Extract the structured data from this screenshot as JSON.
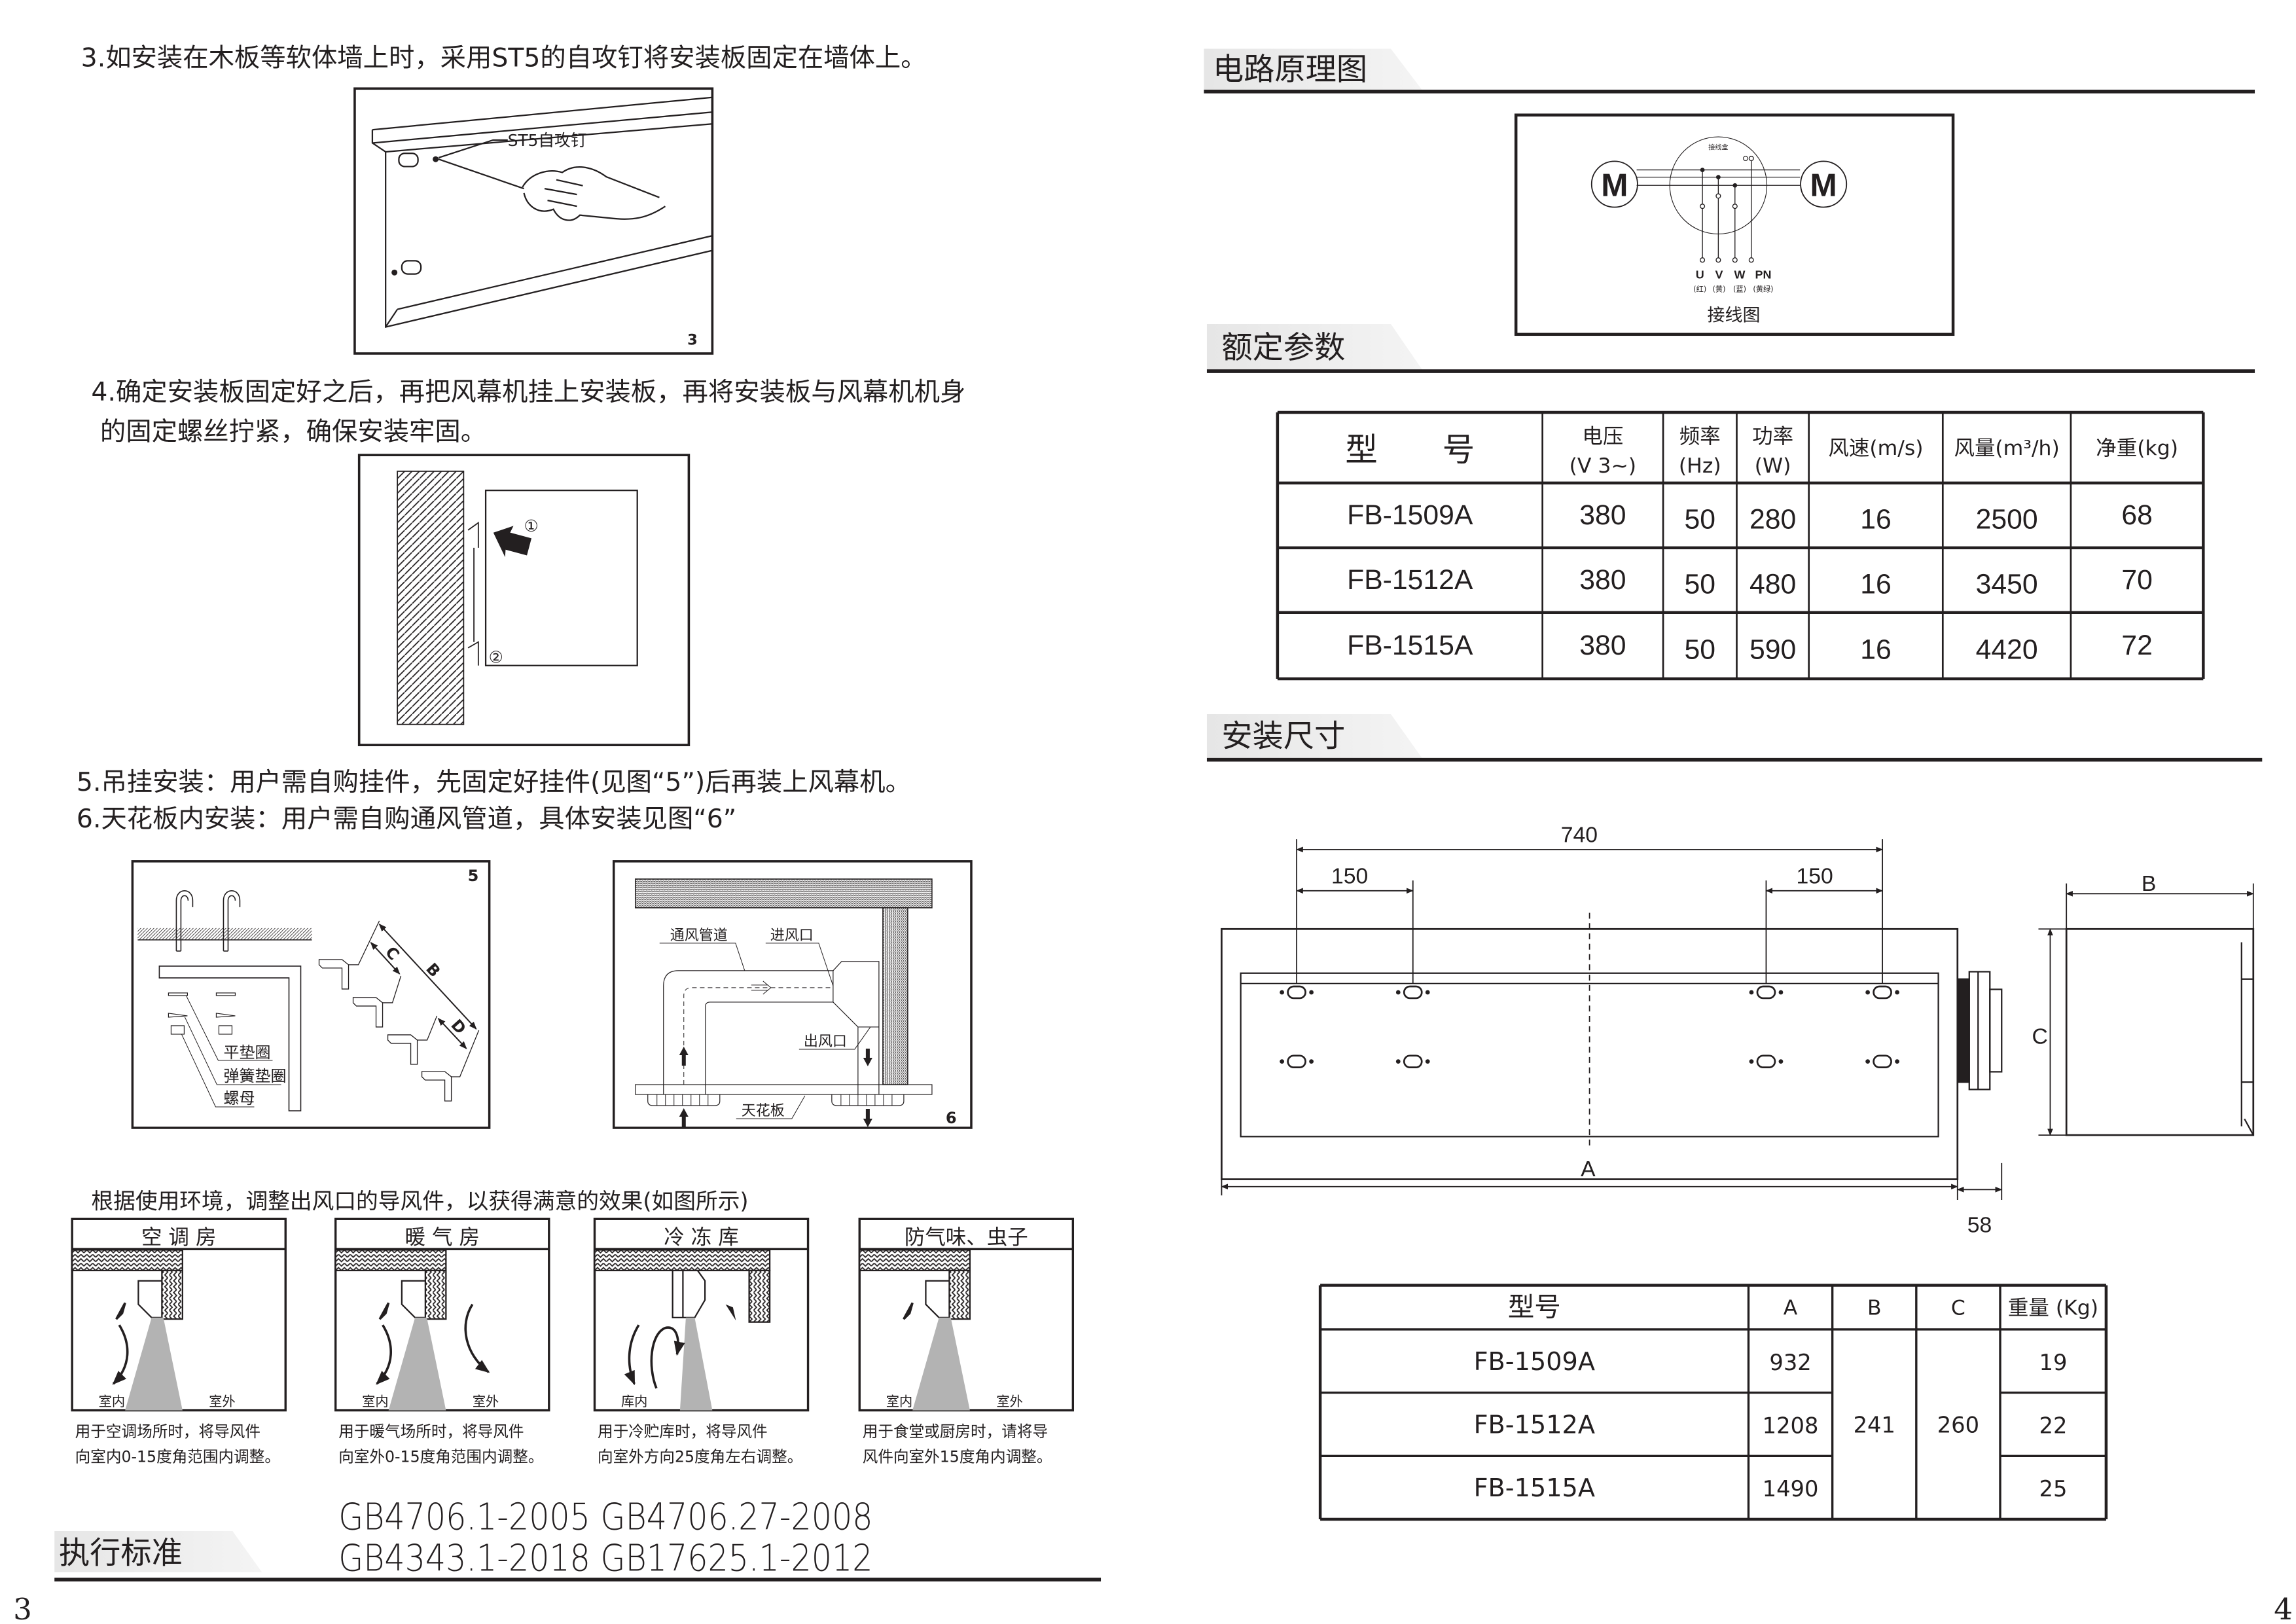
{
  "left_page": {
    "step3": "3.如安装在木板等软体墙上时，采用ST5的自攻钉将安装板固定在墙体上。",
    "step4_line1": "4.确定安装板固定好之后，再把风幕机挂上安装板，再将安装板与风幕机机身",
    "step4_line2": "的固定螺丝拧紧，确保安装牢固。",
    "step5": "5.吊挂安装：用户需自购挂件，先固定好挂件(见图“5”)后再装上风幕机。",
    "step6": "6.天花板内安装：用户需自购通风管道，具体安装见图“6”",
    "fig3": {
      "screw_label": "ST5自攻钉",
      "number": "3"
    },
    "fig4": {
      "marker1": "①",
      "marker2": "②"
    },
    "fig5": {
      "number": "5",
      "washer_flat": "平垫圈",
      "washer_spring": "弹簧垫圈",
      "nut": "螺母",
      "dim_b": "B",
      "dim_c": "C",
      "dim_d": "D"
    },
    "fig6": {
      "number": "6",
      "duct": "通风管道",
      "inlet": "进风口",
      "outlet": "出风口",
      "ceiling": "天花板"
    },
    "adjust_intro": "根据使用环境，调整出风口的导风件，以获得满意的效果(如图所示)",
    "scenarios": [
      {
        "title": "空 调 房",
        "inside": "室内",
        "outside": "室外",
        "caption": [
          "用于空调场所时，将导风件",
          "向室内0-15度角范围内调整。"
        ]
      },
      {
        "title": "暖 气 房",
        "inside": "室内",
        "outside": "室外",
        "caption": [
          "用于暖气场所时，将导风件",
          "向室外0-15度角范围内调整。"
        ]
      },
      {
        "title": "冷 冻 库",
        "inside": "库内",
        "caption": [
          "用于冷贮库时，将导风件",
          "向室外方向25度角左右调整。"
        ]
      },
      {
        "title": "防气味、虫子",
        "inside": "室内",
        "outside": "室外",
        "caption": [
          "用于食堂或厨房时，请将导",
          "风件向室外15度角内调整。"
        ]
      }
    ],
    "standard": {
      "title": "执行标准",
      "line1": "GB4706.1-2005  GB4706.27-2008",
      "line2": "GB4343.1-2018  GB17625.1-2012"
    },
    "page_number": "3"
  },
  "right_page": {
    "circuit": {
      "title": "电路原理图",
      "motor_left": "M",
      "motor_right": "M",
      "junction_box": "接线盒",
      "terminals": [
        "U",
        "V",
        "W",
        "PN"
      ],
      "wire_colors": [
        "(红)",
        "(黄)",
        "(蓝)",
        "(黄绿)"
      ],
      "caption": "接线图"
    },
    "spec_table": {
      "title": "额定参数",
      "headers": [
        [
          "型　　号"
        ],
        [
          "电压",
          "(V 3~)"
        ],
        [
          "频率",
          "(Hz)"
        ],
        [
          "功率",
          "(W)"
        ],
        [
          "风速(m/s)"
        ],
        [
          "风量(m³/h)"
        ],
        [
          "净重(kg)"
        ]
      ],
      "rows": [
        [
          "FB-1509A",
          "380",
          "50",
          "280",
          "16",
          "2500",
          "68"
        ],
        [
          "FB-1512A",
          "380",
          "50",
          "480",
          "16",
          "3450",
          "70"
        ],
        [
          "FB-1515A",
          "380",
          "50",
          "590",
          "16",
          "4420",
          "72"
        ]
      ]
    },
    "dimensions": {
      "title": "安装尺寸",
      "total_span": "740",
      "edge_left": "150",
      "edge_right": "150",
      "label_a": "A",
      "label_b": "B",
      "label_c": "C",
      "bracket_depth": "58"
    },
    "dim_table": {
      "headers": [
        "型号",
        "A",
        "B",
        "C",
        "重量 (Kg)"
      ],
      "rows": [
        {
          "model": "FB-1509A",
          "a": "932",
          "weight": "19"
        },
        {
          "model": "FB-1512A",
          "a": "1208",
          "weight": "22"
        },
        {
          "model": "FB-1515A",
          "a": "1490",
          "weight": "25"
        }
      ],
      "b_shared": "241",
      "c_shared": "260"
    },
    "page_number": "4"
  }
}
